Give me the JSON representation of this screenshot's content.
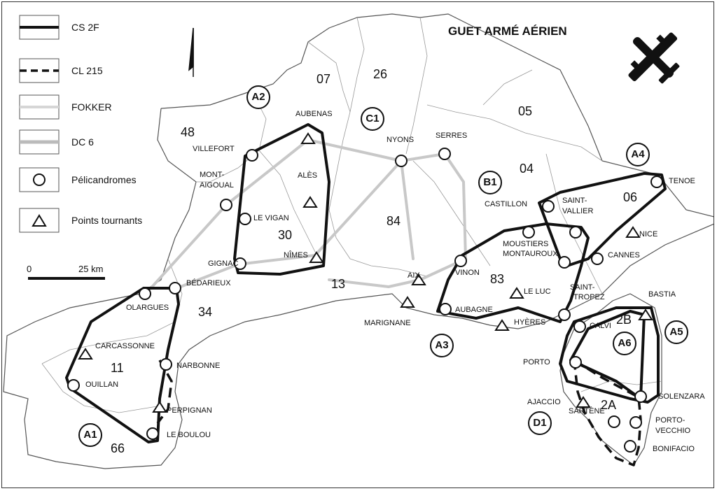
{
  "title": "GUET ARMÉ AÉRIEN",
  "legend": [
    {
      "label": "CS 2F",
      "style": "solid-thick"
    },
    {
      "label": "CL 215",
      "style": "dashed"
    },
    {
      "label": "FOKKER",
      "style": "gray-light"
    },
    {
      "label": "DC 6",
      "style": "gray"
    },
    {
      "label": "Pélicandromes",
      "style": "circle"
    },
    {
      "label": "Points tournants",
      "style": "triangle"
    }
  ],
  "scale": {
    "zero": "0",
    "label": "25 km"
  },
  "departements": [
    "07",
    "26",
    "48",
    "05",
    "04",
    "84",
    "30",
    "06",
    "83",
    "13",
    "34",
    "11",
    "66",
    "2B",
    "2A"
  ],
  "routes": [
    "A1",
    "A2",
    "A3",
    "A4",
    "A5",
    "A6",
    "B1",
    "C1",
    "D1"
  ],
  "places": [
    "AUBENAS",
    "VILLEFORT",
    "MONT-",
    "AIGOUAL",
    "ALÈS",
    "LE VIGAN",
    "NÎMES",
    "GIGNAC",
    "BÉDARIEUX",
    "OLARGUES",
    "CARCASSONNE",
    "NARBONNE",
    "OUILLAN",
    "PERPIGNAN",
    "LE BOULOU",
    "NYONS",
    "SERRES",
    "CASTILLON",
    "SAINT-",
    "VALLIER",
    "TENOE",
    "NICE",
    "CANNES",
    "MOUSTIERS",
    "MONTAUROUX",
    "VINON",
    "AIX",
    "MARIGNANE",
    "AUBAGNE",
    "LE LUC",
    "HYÈRES",
    "SAINT-",
    "TROPEZ",
    "BASTIA",
    "CALVI",
    "PORTO",
    "SOLENZARA",
    "AJACCIO",
    "SARTÈNE",
    "PORTO-",
    "VECCHIO",
    "BONIFACIO"
  ],
  "colors": {
    "ink": "#111111",
    "grayRoute": "#c8c8c8",
    "border": "#999999"
  }
}
